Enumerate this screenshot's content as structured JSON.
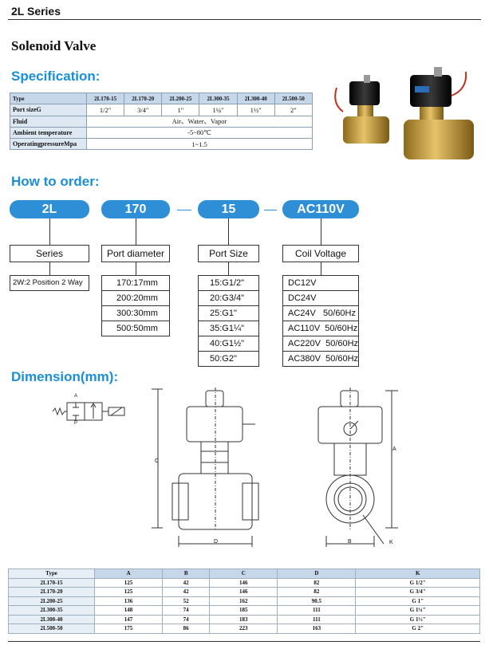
{
  "header": {
    "series": "2L Series",
    "product": "Solenoid Valve"
  },
  "sections": {
    "spec": "Specification:",
    "order": "How to order:",
    "dimension": "Dimension(mm):"
  },
  "spec": {
    "type_label": "Type",
    "models": [
      "2L170-15",
      "2L170-20",
      "2L200-25",
      "2L300-35",
      "2L300-40",
      "2L500-50"
    ],
    "port_label": "Port sizeG",
    "ports": [
      "1/2\"",
      "3/4\"",
      "1\"",
      "1¼\"",
      "1½\"",
      "2\""
    ],
    "fluid_label": "Fluid",
    "fluid": "Air、Water、Vapor",
    "temp_label": "Ambient temperature",
    "temp": "-5~80℃",
    "pressure_label": "OperatingpressureMpa",
    "pressure": "1~1.5"
  },
  "order": {
    "codes": [
      "2L",
      "170",
      "15",
      "AC110V"
    ],
    "titles": [
      "Series",
      "Port diameter",
      "Port Size",
      "Coil Voltage"
    ],
    "series_opts": [
      "2W:2 Position 2 Way"
    ],
    "diameter_opts": [
      "170:17mm",
      "200:20mm",
      "300:30mm",
      "500:50mm"
    ],
    "size_opts": [
      "15:G1/2\"",
      "20:G3/4\"",
      "25:G1\"",
      "35:G1¼\"",
      "40:G1½\"",
      "50:G2\""
    ],
    "voltage_opts": [
      "DC12V",
      "DC24V",
      "AC24V   50/60Hz",
      "AC110V  50/60Hz",
      "AC220V  50/60Hz",
      "AC380V  50/60Hz"
    ]
  },
  "symbol": {
    "a": "A",
    "p": "P"
  },
  "drawing": {
    "c": "C",
    "d": "D",
    "a": "A",
    "b": "B",
    "k": "K"
  },
  "dimension": {
    "headers": [
      "Type",
      "A",
      "B",
      "C",
      "D",
      "K"
    ],
    "rows": [
      [
        "2L170-15",
        "125",
        "42",
        "146",
        "82",
        "G 1/2\""
      ],
      [
        "2L170-20",
        "125",
        "42",
        "146",
        "82",
        "G 3/4\""
      ],
      [
        "2L200-25",
        "136",
        "52",
        "162",
        "90.5",
        "G 1\""
      ],
      [
        "2L300-35",
        "148",
        "74",
        "185",
        "111",
        "G 1¼\""
      ],
      [
        "2L300-40",
        "147",
        "74",
        "183",
        "111",
        "G 1½\""
      ],
      [
        "2L500-50",
        "175",
        "86",
        "223",
        "163",
        "G 2\""
      ]
    ]
  },
  "colors": {
    "accent": "#1a8fd8",
    "pill": "#2e8fd6",
    "table_header": "#c6d7ea"
  }
}
